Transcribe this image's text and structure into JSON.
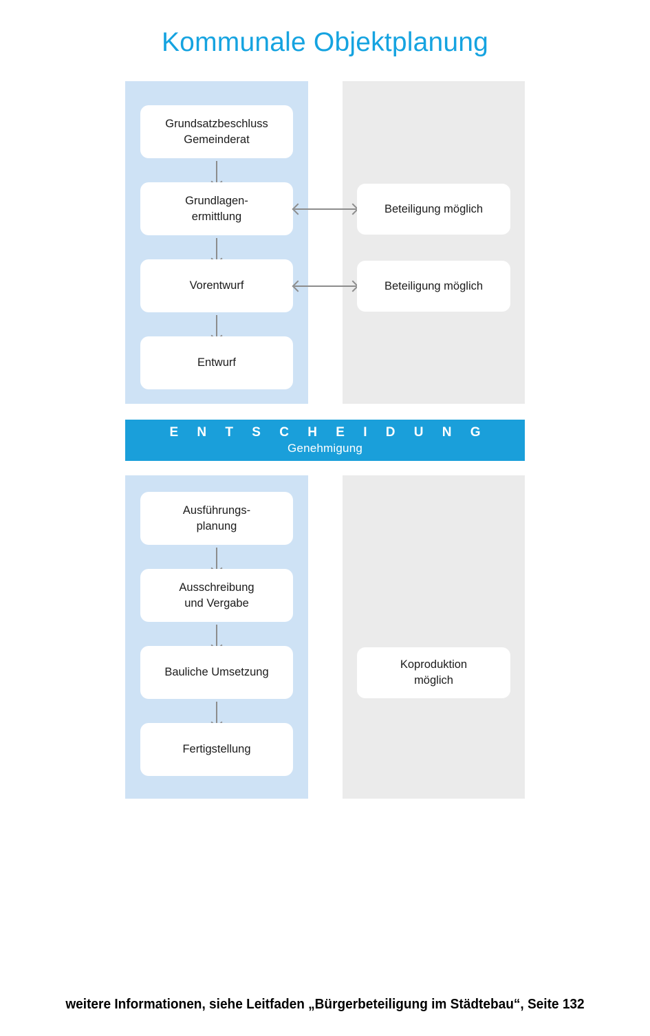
{
  "title": "Kommunale Objektplanung",
  "colors": {
    "title_blue": "#15a3e0",
    "banner_blue": "#1a9fda",
    "panel_blue": "#cee2f5",
    "panel_gray": "#ebebeb",
    "box_white": "#ffffff",
    "arrow_gray": "#8c8c8c",
    "text_black": "#1b1b1b"
  },
  "banner": {
    "main": "E N T S C H E I D U N G",
    "sub": "Genehmigung"
  },
  "phase_one": {
    "process_steps": [
      {
        "label": "Grundsatzbeschluss\nGemeinderat",
        "line1": "Grundsatzbeschluss",
        "line2": "Gemeinderat"
      },
      {
        "label": "Grundlagen-\nermittlung",
        "line1": "Grundlagen-",
        "line2": "ermittlung"
      },
      {
        "label": "Vorentwurf",
        "line1": "Vorentwurf",
        "line2": ""
      },
      {
        "label": "Entwurf",
        "line1": "Entwurf",
        "line2": ""
      }
    ],
    "participation": [
      {
        "label": "Beteiligung möglich",
        "line1": "Beteiligung möglich",
        "line2": ""
      },
      {
        "label": "Beteiligung möglich",
        "line1": "Beteiligung möglich",
        "line2": ""
      }
    ]
  },
  "phase_two": {
    "process_steps": [
      {
        "label": "Ausführungs-\nplanung",
        "line1": "Ausführungs-",
        "line2": "planung"
      },
      {
        "label": "Ausschreibung\nund Vergabe",
        "line1": "Ausschreibung",
        "line2": "und Vergabe"
      },
      {
        "label": "Bauliche Umsetzung",
        "line1": "Bauliche Umsetzung",
        "line2": ""
      },
      {
        "label": "Fertigstellung",
        "line1": "Fertigstellung",
        "line2": ""
      }
    ],
    "participation": [
      {
        "label": "Koproduktion\nmöglich",
        "line1": "Koproduktion",
        "line2": "möglich"
      }
    ]
  },
  "footer": "weitere Informationen, siehe Leitfaden „Bürgerbeteiligung im Städtebau“, Seite 132"
}
